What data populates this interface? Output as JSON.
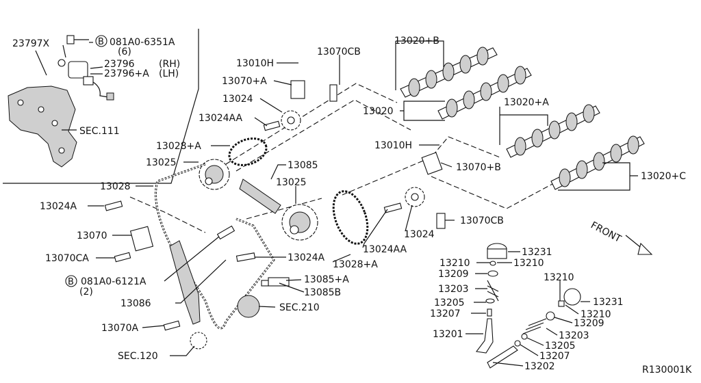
{
  "inset": {
    "labels": {
      "p23797X": "23797X",
      "bolt_spec": "081A0-6351A",
      "bolt_qty": "(6)",
      "p23796": "23796",
      "rh": "(RH)",
      "p23796A": "23796+A",
      "lh": "(LH)",
      "sec111": "SEC.111"
    },
    "b_mark": "B"
  },
  "labels": {
    "p13020B": "13020+B",
    "p13070CB_top": "13070CB",
    "p13010H_top": "13010H",
    "p13070A_top": "13070+A",
    "p13024": "13024",
    "p13024AA_top": "13024AA",
    "p13020": "13020",
    "p13020A": "13020+A",
    "p13010H_right": "13010H",
    "p13070B": "13070+B",
    "p13020C": "13020+C",
    "p13028A_top": "13028+A",
    "p13025_left": "13025",
    "p13085": "13085",
    "p13028": "13028",
    "p13025_mid": "13025",
    "p13024A_left": "13024A",
    "p13070CB_right": "13070CB",
    "p13024_right": "13024",
    "p13024AA_right": "13024AA",
    "p13070": "13070",
    "p13070CA": "13070CA",
    "p13024A_mid": "13024A",
    "p13028A_bottom": "13028+A",
    "bolt_spec2": "081A0-6121A",
    "bolt_qty2": "(2)",
    "p13085A": "13085+A",
    "p13085B": "13085B",
    "p13086": "13086",
    "sec210": "SEC.210",
    "p13070A": "13070A",
    "sec120": "SEC.120",
    "front": "FRONT",
    "p13231_top": "13231",
    "p13210_a": "13210",
    "p13210_b": "13210",
    "p13209_left": "13209",
    "p13203_left": "13203",
    "p13205_left": "13205",
    "p13207_left": "13207",
    "p13201": "13201",
    "p13210_right": "13210",
    "p13231_right": "13231",
    "p13210_right2": "13210",
    "p13209_right": "13209",
    "p13203_right": "13203",
    "p13205_right": "13205",
    "p13207_right": "13207",
    "p13202": "13202",
    "ref": "R130001K"
  },
  "b_mark2": "B"
}
